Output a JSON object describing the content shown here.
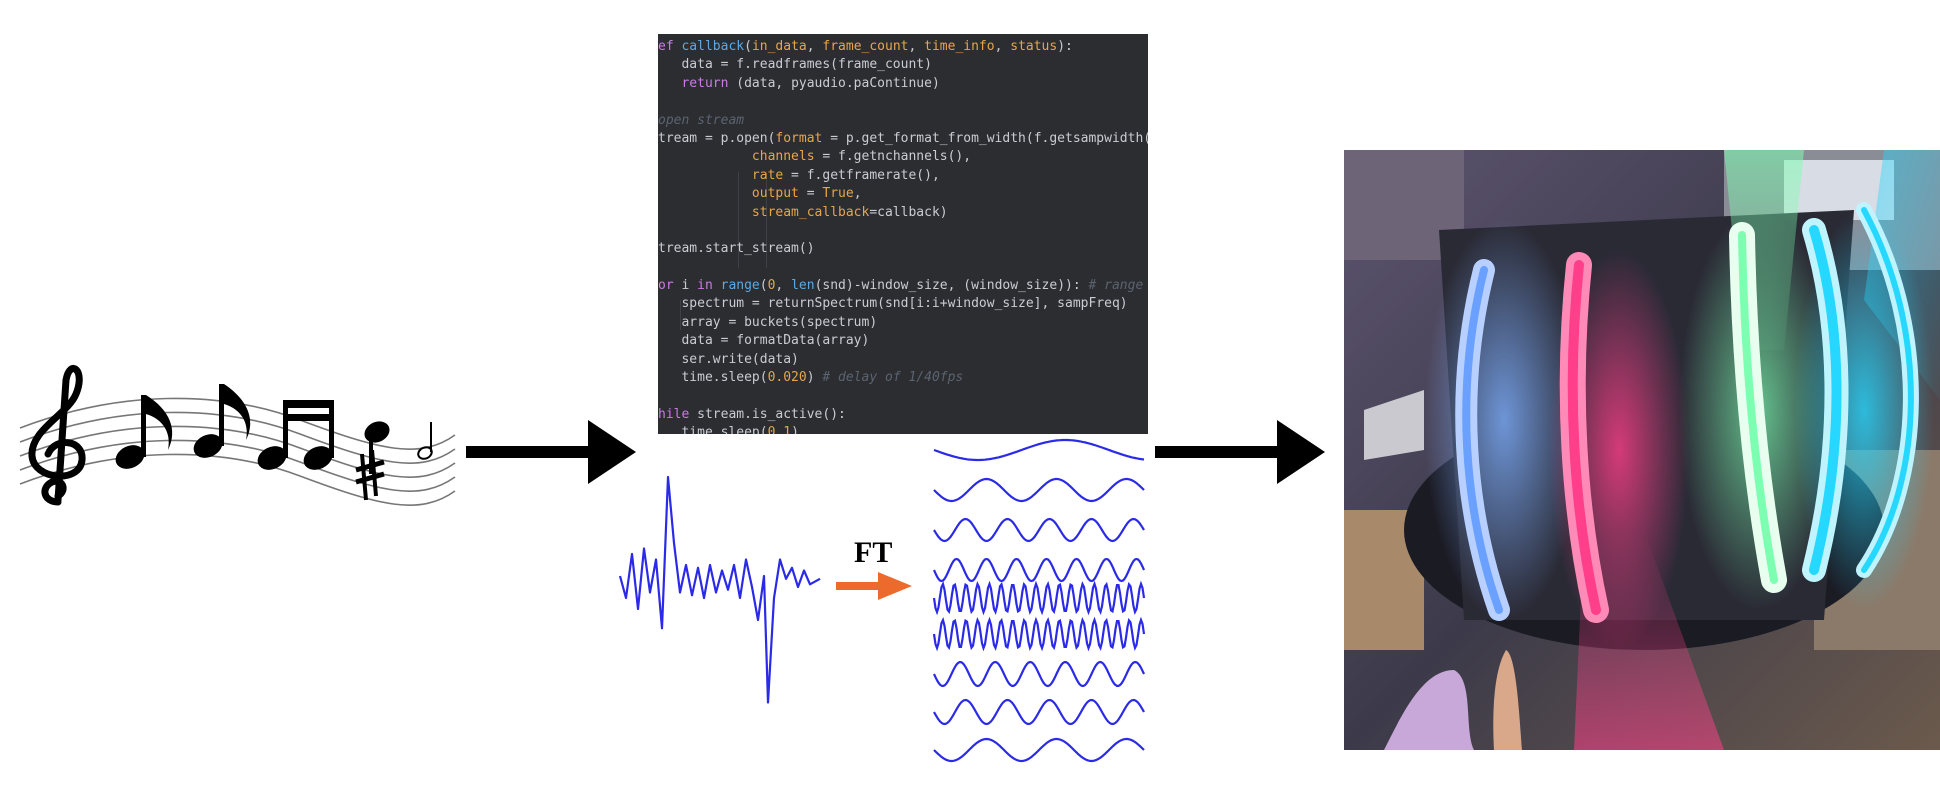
{
  "code": {
    "lines": [
      [
        {
          "t": "ef ",
          "c": "kw"
        },
        {
          "t": "callback",
          "c": "fn"
        },
        {
          "t": "("
        },
        {
          "t": "in_data",
          "c": "param"
        },
        {
          "t": ", "
        },
        {
          "t": "frame_count",
          "c": "param"
        },
        {
          "t": ", "
        },
        {
          "t": "time_info",
          "c": "param"
        },
        {
          "t": ", "
        },
        {
          "t": "status",
          "c": "param"
        },
        {
          "t": "):"
        }
      ],
      [
        {
          "t": "   data = f.readframes(frame_count)"
        }
      ],
      [
        {
          "t": "   "
        },
        {
          "t": "return",
          "c": "kw"
        },
        {
          "t": " (data, pyaudio.paContinue)"
        }
      ],
      [
        {
          "t": ""
        }
      ],
      [
        {
          "t": "open stream",
          "c": "cm"
        }
      ],
      [
        {
          "t": "tream = p.open("
        },
        {
          "t": "format",
          "c": "param"
        },
        {
          "t": " = p.get_format_from_width(f.getsampwidth()),"
        }
      ],
      [
        {
          "t": "            "
        },
        {
          "t": "channels",
          "c": "param"
        },
        {
          "t": " = f.getnchannels(),"
        }
      ],
      [
        {
          "t": "            "
        },
        {
          "t": "rate",
          "c": "param"
        },
        {
          "t": " = f.getframerate(),"
        }
      ],
      [
        {
          "t": "            "
        },
        {
          "t": "output",
          "c": "param"
        },
        {
          "t": " = "
        },
        {
          "t": "True",
          "c": "param"
        },
        {
          "t": ","
        }
      ],
      [
        {
          "t": "            "
        },
        {
          "t": "stream_callback",
          "c": "param"
        },
        {
          "t": "=callback)"
        }
      ],
      [
        {
          "t": ""
        }
      ],
      [
        {
          "t": "tream.start_stream()"
        }
      ],
      [
        {
          "t": ""
        }
      ],
      [
        {
          "t": "or ",
          "c": "kw"
        },
        {
          "t": "i "
        },
        {
          "t": "in ",
          "c": "kw"
        },
        {
          "t": "range",
          "c": "fn"
        },
        {
          "t": "("
        },
        {
          "t": "0",
          "c": "num"
        },
        {
          "t": ", "
        },
        {
          "t": "len",
          "c": "fn"
        },
        {
          "t": "(snd)-window_size, (window_size)): "
        },
        {
          "t": "# range make",
          "c": "cm"
        }
      ],
      [
        {
          "t": "   spectrum = returnSpectrum(snd[i:i+window_size], sampFreq)"
        }
      ],
      [
        {
          "t": "   array = buckets(spectrum)"
        }
      ],
      [
        {
          "t": "   data = formatData(array)"
        }
      ],
      [
        {
          "t": "   ser.write(data)"
        }
      ],
      [
        {
          "t": "   time.sleep("
        },
        {
          "t": "0.020",
          "c": "num"
        },
        {
          "t": ") "
        },
        {
          "t": "# delay of 1/40fps",
          "c": "cm"
        }
      ],
      [
        {
          "t": ""
        }
      ],
      [
        {
          "t": "hile ",
          "c": "kw"
        },
        {
          "t": "stream.is_active():"
        }
      ],
      [
        {
          "t": "   time.sleep("
        },
        {
          "t": "0.1",
          "c": "num"
        },
        {
          "t": ")"
        }
      ]
    ]
  },
  "ft": {
    "label": "FT",
    "signal_color": "#2a2ae8",
    "arrow_color": "#ec6a2c"
  },
  "icons": {
    "music": "music-staff-notes-icon",
    "arrow": "right-arrow-icon"
  },
  "photo": {
    "strip_colors": [
      "#6aa0ff",
      "#ff3f8a",
      "#7dffb2",
      "#26d8ff"
    ]
  },
  "colors": {
    "code_bg": "#2b2d31",
    "arrow": "#000000"
  }
}
